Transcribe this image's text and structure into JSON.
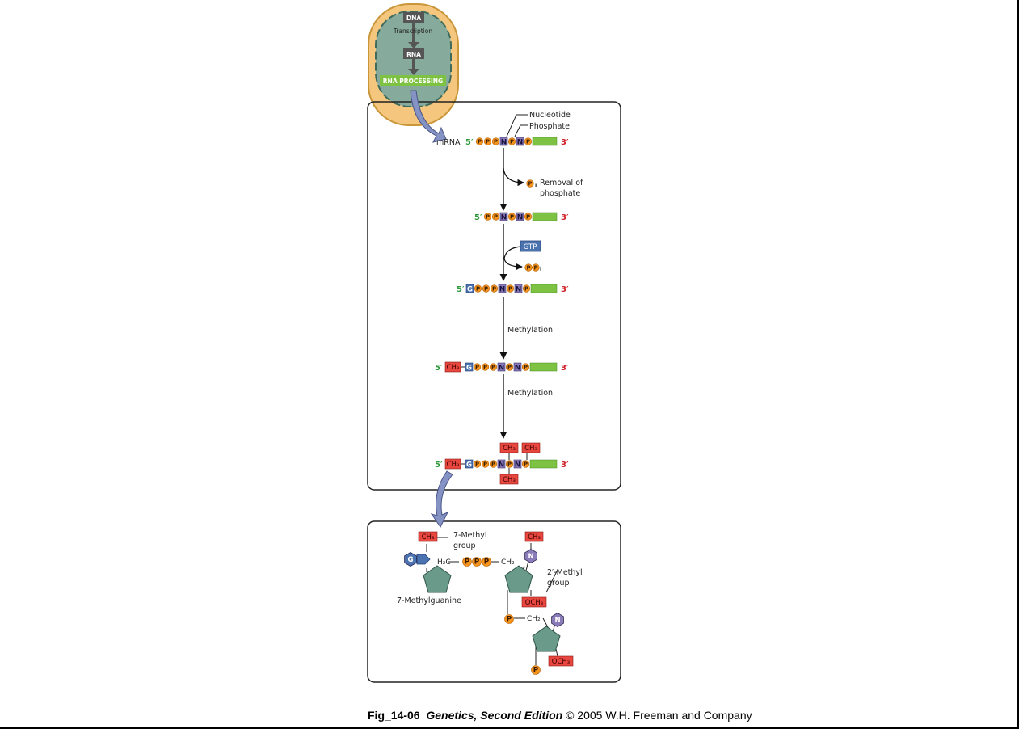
{
  "cell": {
    "dna": "DNA",
    "transcription": "Transcription",
    "rna": "RNA",
    "rna_processing": "RNA PROCESSING"
  },
  "labels": {
    "nucleotide": "Nucleotide",
    "phosphate": "Phosphate",
    "mrna": "mRNA",
    "five_prime": "5′",
    "three_prime": "3′",
    "removal_line1": "Removal of",
    "removal_line2": "phosphate",
    "gtp": "GTP",
    "methylation1": "Methylation",
    "methylation2": "Methylation"
  },
  "glyphs": {
    "p": "P",
    "n": "N",
    "g": "G",
    "pi_sub": "i",
    "ch3": "CH₃",
    "och3": "OCH₃",
    "ch2": "CH₂",
    "h2c": "H₂C"
  },
  "structure": {
    "seven_methyl_line1": "7-Methyl",
    "seven_methyl_line2": "group",
    "two_methyl_line1": "2′-Methyl",
    "two_methyl_line2": "group",
    "methylguanine": "7-Methylguanine"
  },
  "caption": {
    "fig": "Fig_14-06",
    "book": "Genetics, Second Edition",
    "rest": "© 2005 W.H. Freeman and Company"
  },
  "colors": {
    "phosphate": "#f7941d",
    "nucleotide": "#8a7cb8",
    "strand": "#7dc242",
    "guanine": "#4b73b0",
    "methyl": "#e8473f",
    "sugar": "#6a9a8a",
    "five_prime": "#2e9a3c",
    "three_prime": "#d0202a",
    "cell_outer": "#f5c77e",
    "cell_inner": "#86ab9c"
  }
}
